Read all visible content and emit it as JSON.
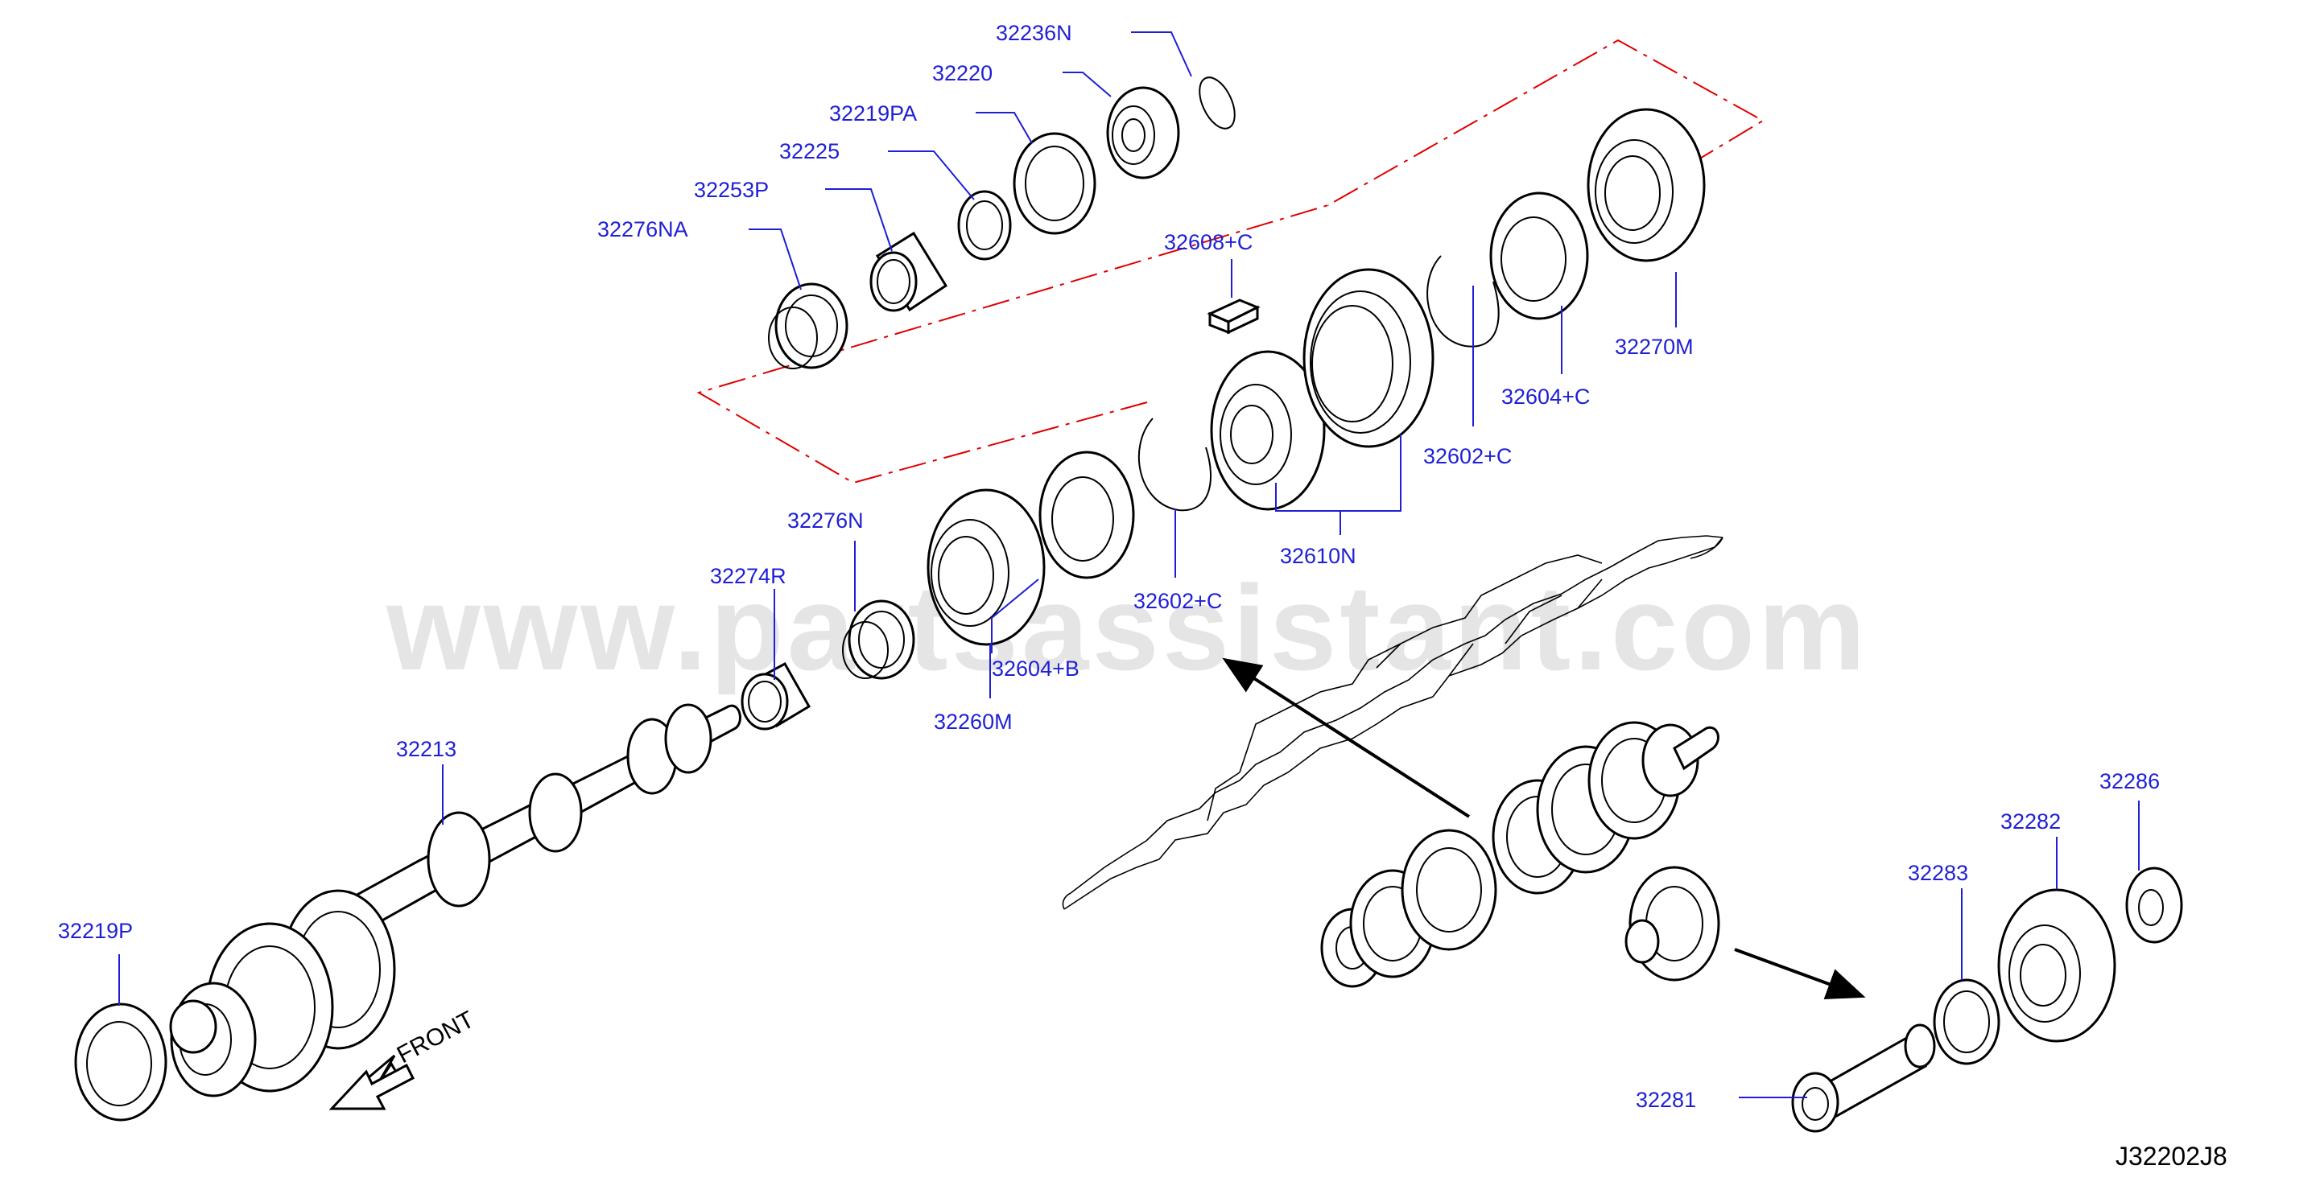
{
  "diagram_code": "J32202J8",
  "watermark": "www.partsassistant.com",
  "front_label": "FRONT",
  "colors": {
    "callout": "#1f1fd6",
    "frame": "#e00000",
    "line": "#000000",
    "watermark": "#cfcfcf"
  },
  "callouts": [
    {
      "label": "32236N"
    },
    {
      "label": "32220"
    },
    {
      "label": "32219PA"
    },
    {
      "label": "32225"
    },
    {
      "label": "32253P"
    },
    {
      "label": "32276NA"
    },
    {
      "label": "32608+C"
    },
    {
      "label": "32270M"
    },
    {
      "label": "32604+C"
    },
    {
      "label": "32602+C"
    },
    {
      "label": "32610N"
    },
    {
      "label": "32602+C"
    },
    {
      "label": "32604+B"
    },
    {
      "label": "32276N"
    },
    {
      "label": "32274R"
    },
    {
      "label": "32260M"
    },
    {
      "label": "32213"
    },
    {
      "label": "32219P"
    },
    {
      "label": "32286"
    },
    {
      "label": "32282"
    },
    {
      "label": "32283"
    },
    {
      "label": "32281"
    }
  ]
}
